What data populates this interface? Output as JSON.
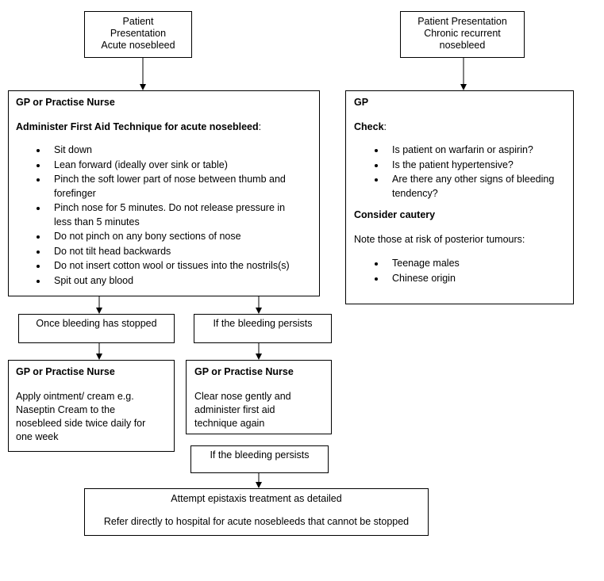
{
  "acute_presentation": {
    "lines": [
      "Patient",
      "Presentation",
      "Acute nosebleed"
    ]
  },
  "chronic_presentation": {
    "lines": [
      "Patient Presentation",
      "Chronic recurrent",
      "nosebleed"
    ]
  },
  "first_aid": {
    "title": "GP or Practise Nurse",
    "subtitle_bold": "Administer First Aid Technique for acute nosebleed",
    "subtitle_tail": ":",
    "items": [
      "Sit down",
      "Lean forward (ideally over sink or table)",
      "Pinch the soft lower part of nose between thumb and forefinger",
      "Pinch nose for 5 minutes. Do not release pressure in less than 5 minutes",
      "Do not pinch on any bony sections of nose",
      "Do not tilt head backwards",
      "Do not insert cotton wool or tissues into the nostrils(s)",
      "Spit out any blood"
    ]
  },
  "gp_chronic": {
    "title": "GP",
    "check_bold": "Check",
    "check_tail": ":",
    "items": [
      "Is patient on warfarin or aspirin?",
      "Is the patient hypertensive?",
      "Are there any other signs of bleeding tendency?"
    ],
    "consider": "Consider cautery",
    "note": "Note those at risk of posterior tumours:",
    "risk_items": [
      "Teenage males",
      "Chinese origin"
    ]
  },
  "stopped_label": "Once bleeding has stopped",
  "persists_label_1": "If the bleeding persists",
  "ointment": {
    "title": "GP or Practise Nurse",
    "text": "Apply ointment/ cream e.g. Naseptin Cream to the nosebleed side twice daily for one week"
  },
  "clear_nose": {
    "title": "GP or Practise Nurse",
    "text": "Clear nose gently and administer first aid technique again"
  },
  "persists_label_2": "If the bleeding persists",
  "epistaxis": {
    "line1": "Attempt epistaxis treatment as detailed",
    "line2": "Refer directly to hospital for acute nosebleeds that cannot be stopped"
  }
}
